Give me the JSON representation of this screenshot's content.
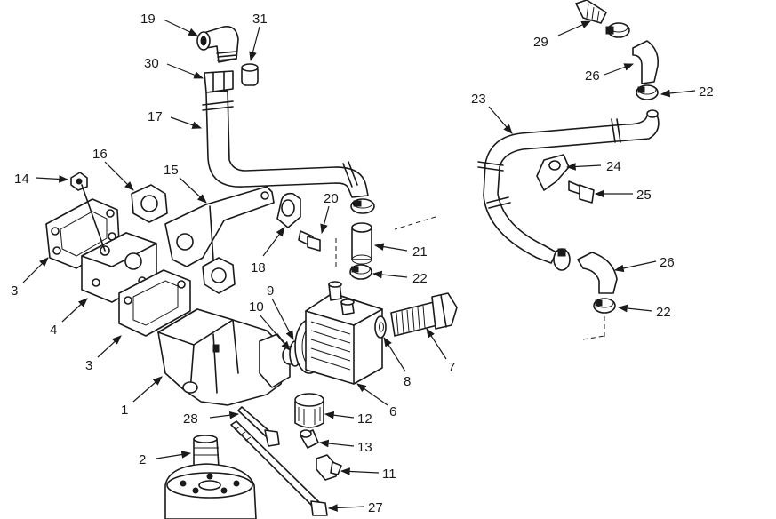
{
  "diagram": {
    "callouts": [
      {
        "id": "c1",
        "label": "1"
      },
      {
        "id": "c2",
        "label": "2"
      },
      {
        "id": "c3a",
        "label": "3"
      },
      {
        "id": "c3b",
        "label": "3"
      },
      {
        "id": "c4",
        "label": "4"
      },
      {
        "id": "c6",
        "label": "6"
      },
      {
        "id": "c7",
        "label": "7"
      },
      {
        "id": "c8",
        "label": "8"
      },
      {
        "id": "c9",
        "label": "9"
      },
      {
        "id": "c10",
        "label": "10"
      },
      {
        "id": "c11",
        "label": "11"
      },
      {
        "id": "c12",
        "label": "12"
      },
      {
        "id": "c13",
        "label": "13"
      },
      {
        "id": "c14",
        "label": "14"
      },
      {
        "id": "c15",
        "label": "15"
      },
      {
        "id": "c16",
        "label": "16"
      },
      {
        "id": "c17",
        "label": "17"
      },
      {
        "id": "c18",
        "label": "18"
      },
      {
        "id": "c19",
        "label": "19"
      },
      {
        "id": "c20",
        "label": "20"
      },
      {
        "id": "c21",
        "label": "21"
      },
      {
        "id": "c22a",
        "label": "22"
      },
      {
        "id": "c22b",
        "label": "22"
      },
      {
        "id": "c22c",
        "label": "22"
      },
      {
        "id": "c23",
        "label": "23"
      },
      {
        "id": "c24",
        "label": "24"
      },
      {
        "id": "c25",
        "label": "25"
      },
      {
        "id": "c26a",
        "label": "26"
      },
      {
        "id": "c26b",
        "label": "26"
      },
      {
        "id": "c27",
        "label": "27"
      },
      {
        "id": "c28",
        "label": "28"
      },
      {
        "id": "c29",
        "label": "29"
      },
      {
        "id": "c30",
        "label": "30"
      },
      {
        "id": "c31",
        "label": "31"
      }
    ]
  }
}
